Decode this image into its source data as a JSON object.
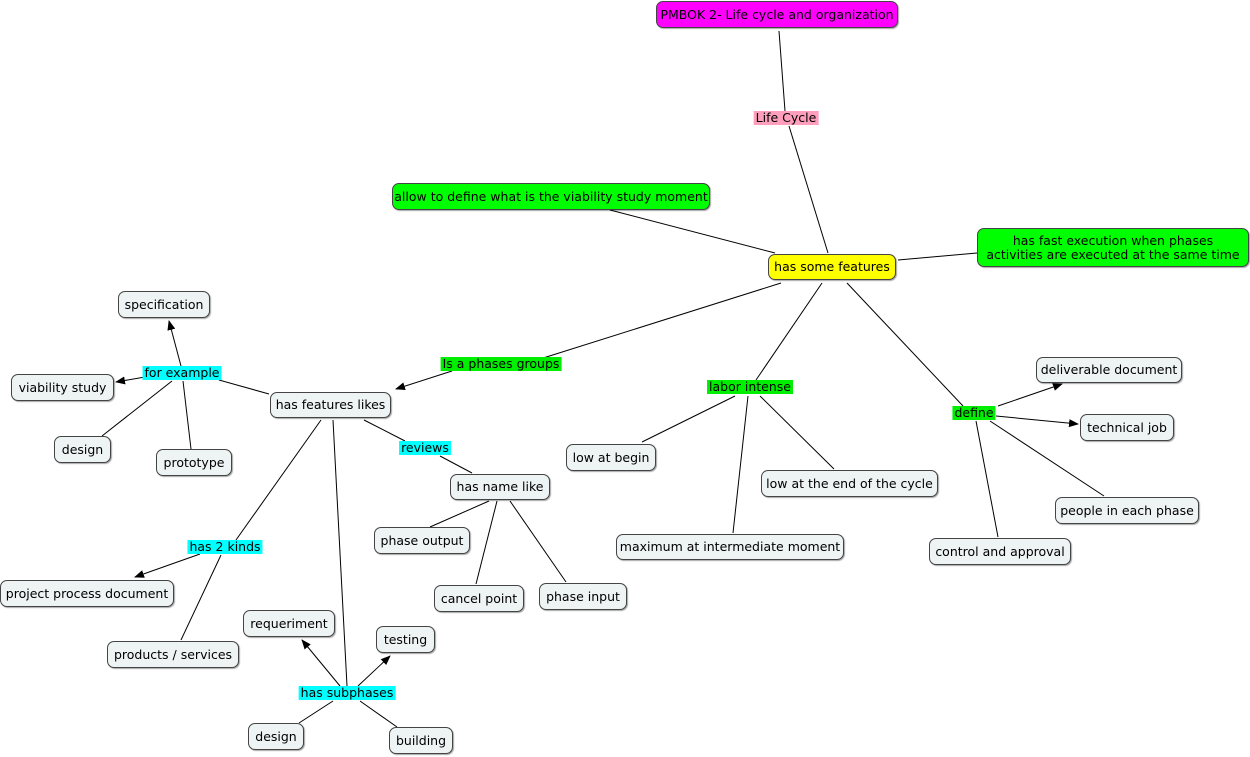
{
  "colors": {
    "root": "#ff00ff",
    "hub": "#ffff00",
    "note": "#00ff00",
    "concept": "#eef3f3",
    "label_cyan": "#00ffff",
    "label_green": "#00ee00",
    "label_pink": "#ff9ebd",
    "line": "#000000"
  },
  "nodes": {
    "root": "PMBOK 2- Life cycle and organization",
    "features": "has some features",
    "viability_note": "allow to define what is the viability study moment",
    "fast_note": "has fast execution when phases activities are executed at the same time",
    "features_likes": "has features likes",
    "specification": "specification",
    "viability_study": "viability study",
    "design_1": "design",
    "prototype": "prototype",
    "has_name_like": "has name like",
    "phase_output": "phase output",
    "cancel_point": "cancel point",
    "phase_input": "phase input",
    "project_process_document": "project process document",
    "products_services": "products / services",
    "requeriment": "requeriment",
    "testing": "testing",
    "design_2": "design",
    "building": "building",
    "low_at_begin": "low at begin",
    "low_at_end": "low at the end of the cycle",
    "maximum_intermediate": "maximum at intermediate moment",
    "deliverable_document": "deliverable document",
    "technical_job": "technical job",
    "people_each_phase": "people in each phase",
    "control_approval": "control and approval"
  },
  "link_labels": {
    "life_cycle": "Life Cycle",
    "phases_groups": "Is a phases groups",
    "labor_intense": "labor intense",
    "define": "define",
    "for_example": "for example",
    "reviews": "reviews",
    "has_2_kinds": "has 2 kinds",
    "has_subphases": "has subphases"
  }
}
